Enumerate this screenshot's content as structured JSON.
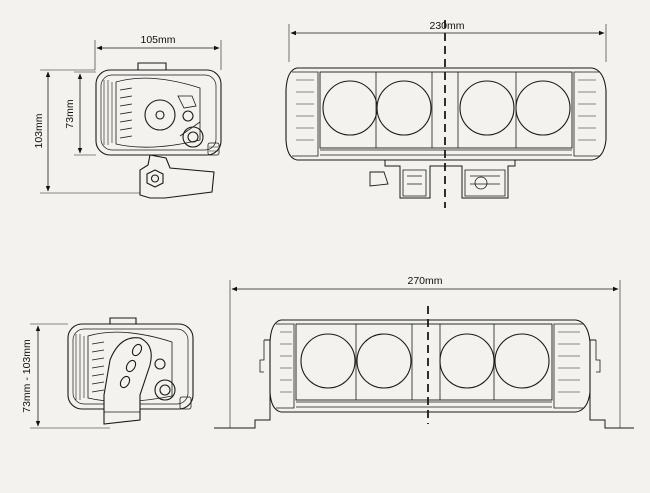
{
  "dimensions": {
    "top_side_width": "105mm",
    "top_side_height_outer": "103mm",
    "top_side_height_inner": "73mm",
    "top_front_width": "230mm",
    "bottom_side_height_range": "73mm - 103mm",
    "bottom_front_width": "270mm"
  },
  "colors": {
    "background": "#f3f2ee",
    "line": "#1a1a1a",
    "dim_line": "#111111"
  }
}
